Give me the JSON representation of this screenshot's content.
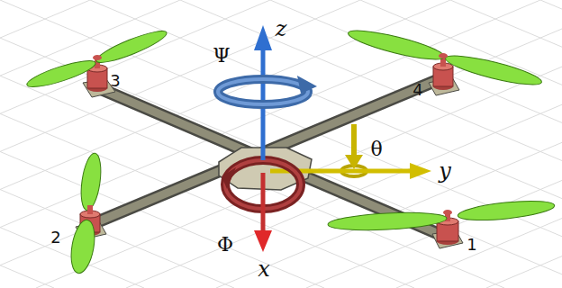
{
  "diagram": {
    "labels": [
      "z",
      "Ψ",
      "3",
      "4",
      "θ",
      "y",
      "2",
      "1",
      "Φ",
      "x"
    ]
  }
}
